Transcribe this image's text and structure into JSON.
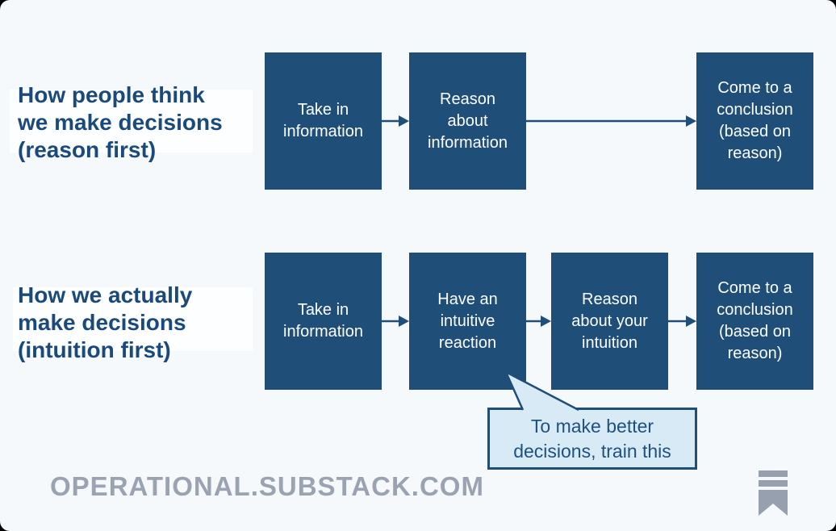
{
  "canvas": {
    "background": "#F6F9FC",
    "corner_color": "#000000"
  },
  "colors": {
    "box_fill": "#1F4E79",
    "box_text": "#FDFEFF",
    "heading_text": "#1A4A7C",
    "arrow": "#1F4E79",
    "callout_fill": "#D9EAF7",
    "callout_border": "#1F4E79",
    "callout_text": "#1D517F",
    "watermark_gray": "#9AA3B2",
    "logo_gray": "#97A0AF",
    "heading_highlight": "#FFFFFF"
  },
  "headings": {
    "reason_first": "How people think\nwe make decisions\n(reason first)",
    "intuition_first": "How we actually\nmake decisions\n(intuition first)"
  },
  "flow_reason_first": {
    "boxes": [
      "Take in\ninformation",
      "Reason\nabout\ninformation",
      "Come to a\nconclusion\n(based on\nreason)"
    ]
  },
  "flow_intuition_first": {
    "boxes": [
      "Take in\ninformation",
      "Have an\nintuitive\nreaction",
      "Reason\nabout your\nintuition",
      "Come to a\nconclusion\n(based on\nreason)"
    ]
  },
  "callout": {
    "text": "To make better\ndecisions, train this"
  },
  "footer": {
    "watermark": "OPERATIONAL.SUBSTACK.COM",
    "logo_icon": "substack-logo"
  }
}
